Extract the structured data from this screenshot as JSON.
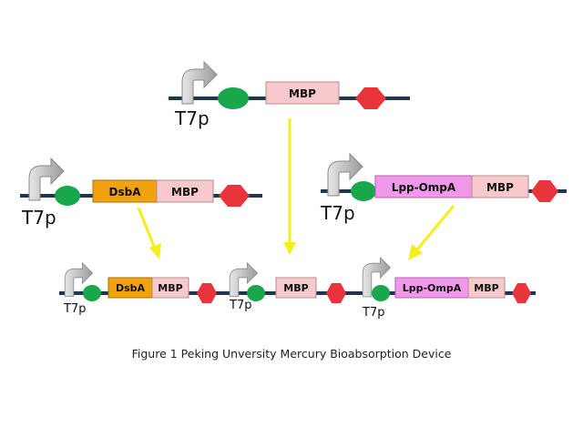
{
  "caption": "Figure 1  Peking Unversity Mercury Bioabsorption Device",
  "colors": {
    "backbone": "#1f3550",
    "rbs": "#1aa64a",
    "terminator": "#e8343a",
    "mbp": "#f6c9cc",
    "dsba": "#f2a20f",
    "lpp_ompa": "#f098ea",
    "arrow": "#f2ef1c",
    "promoter": "#b8b8b8"
  },
  "constructs": {
    "top": {
      "promoter": "T7p",
      "genes": [
        "MBP"
      ]
    },
    "left": {
      "promoter": "T7p",
      "genes": [
        "DsbA",
        "MBP"
      ]
    },
    "right": {
      "promoter": "T7p",
      "genes": [
        "Lpp-OmpA",
        "MBP"
      ]
    },
    "bottom": [
      {
        "promoter": "T7p",
        "genes": [
          "DsbA",
          "MBP"
        ]
      },
      {
        "promoter": "T7p",
        "genes": [
          "MBP"
        ]
      },
      {
        "promoter": "T7p",
        "genes": [
          "Lpp-OmpA",
          "MBP"
        ]
      }
    ]
  }
}
